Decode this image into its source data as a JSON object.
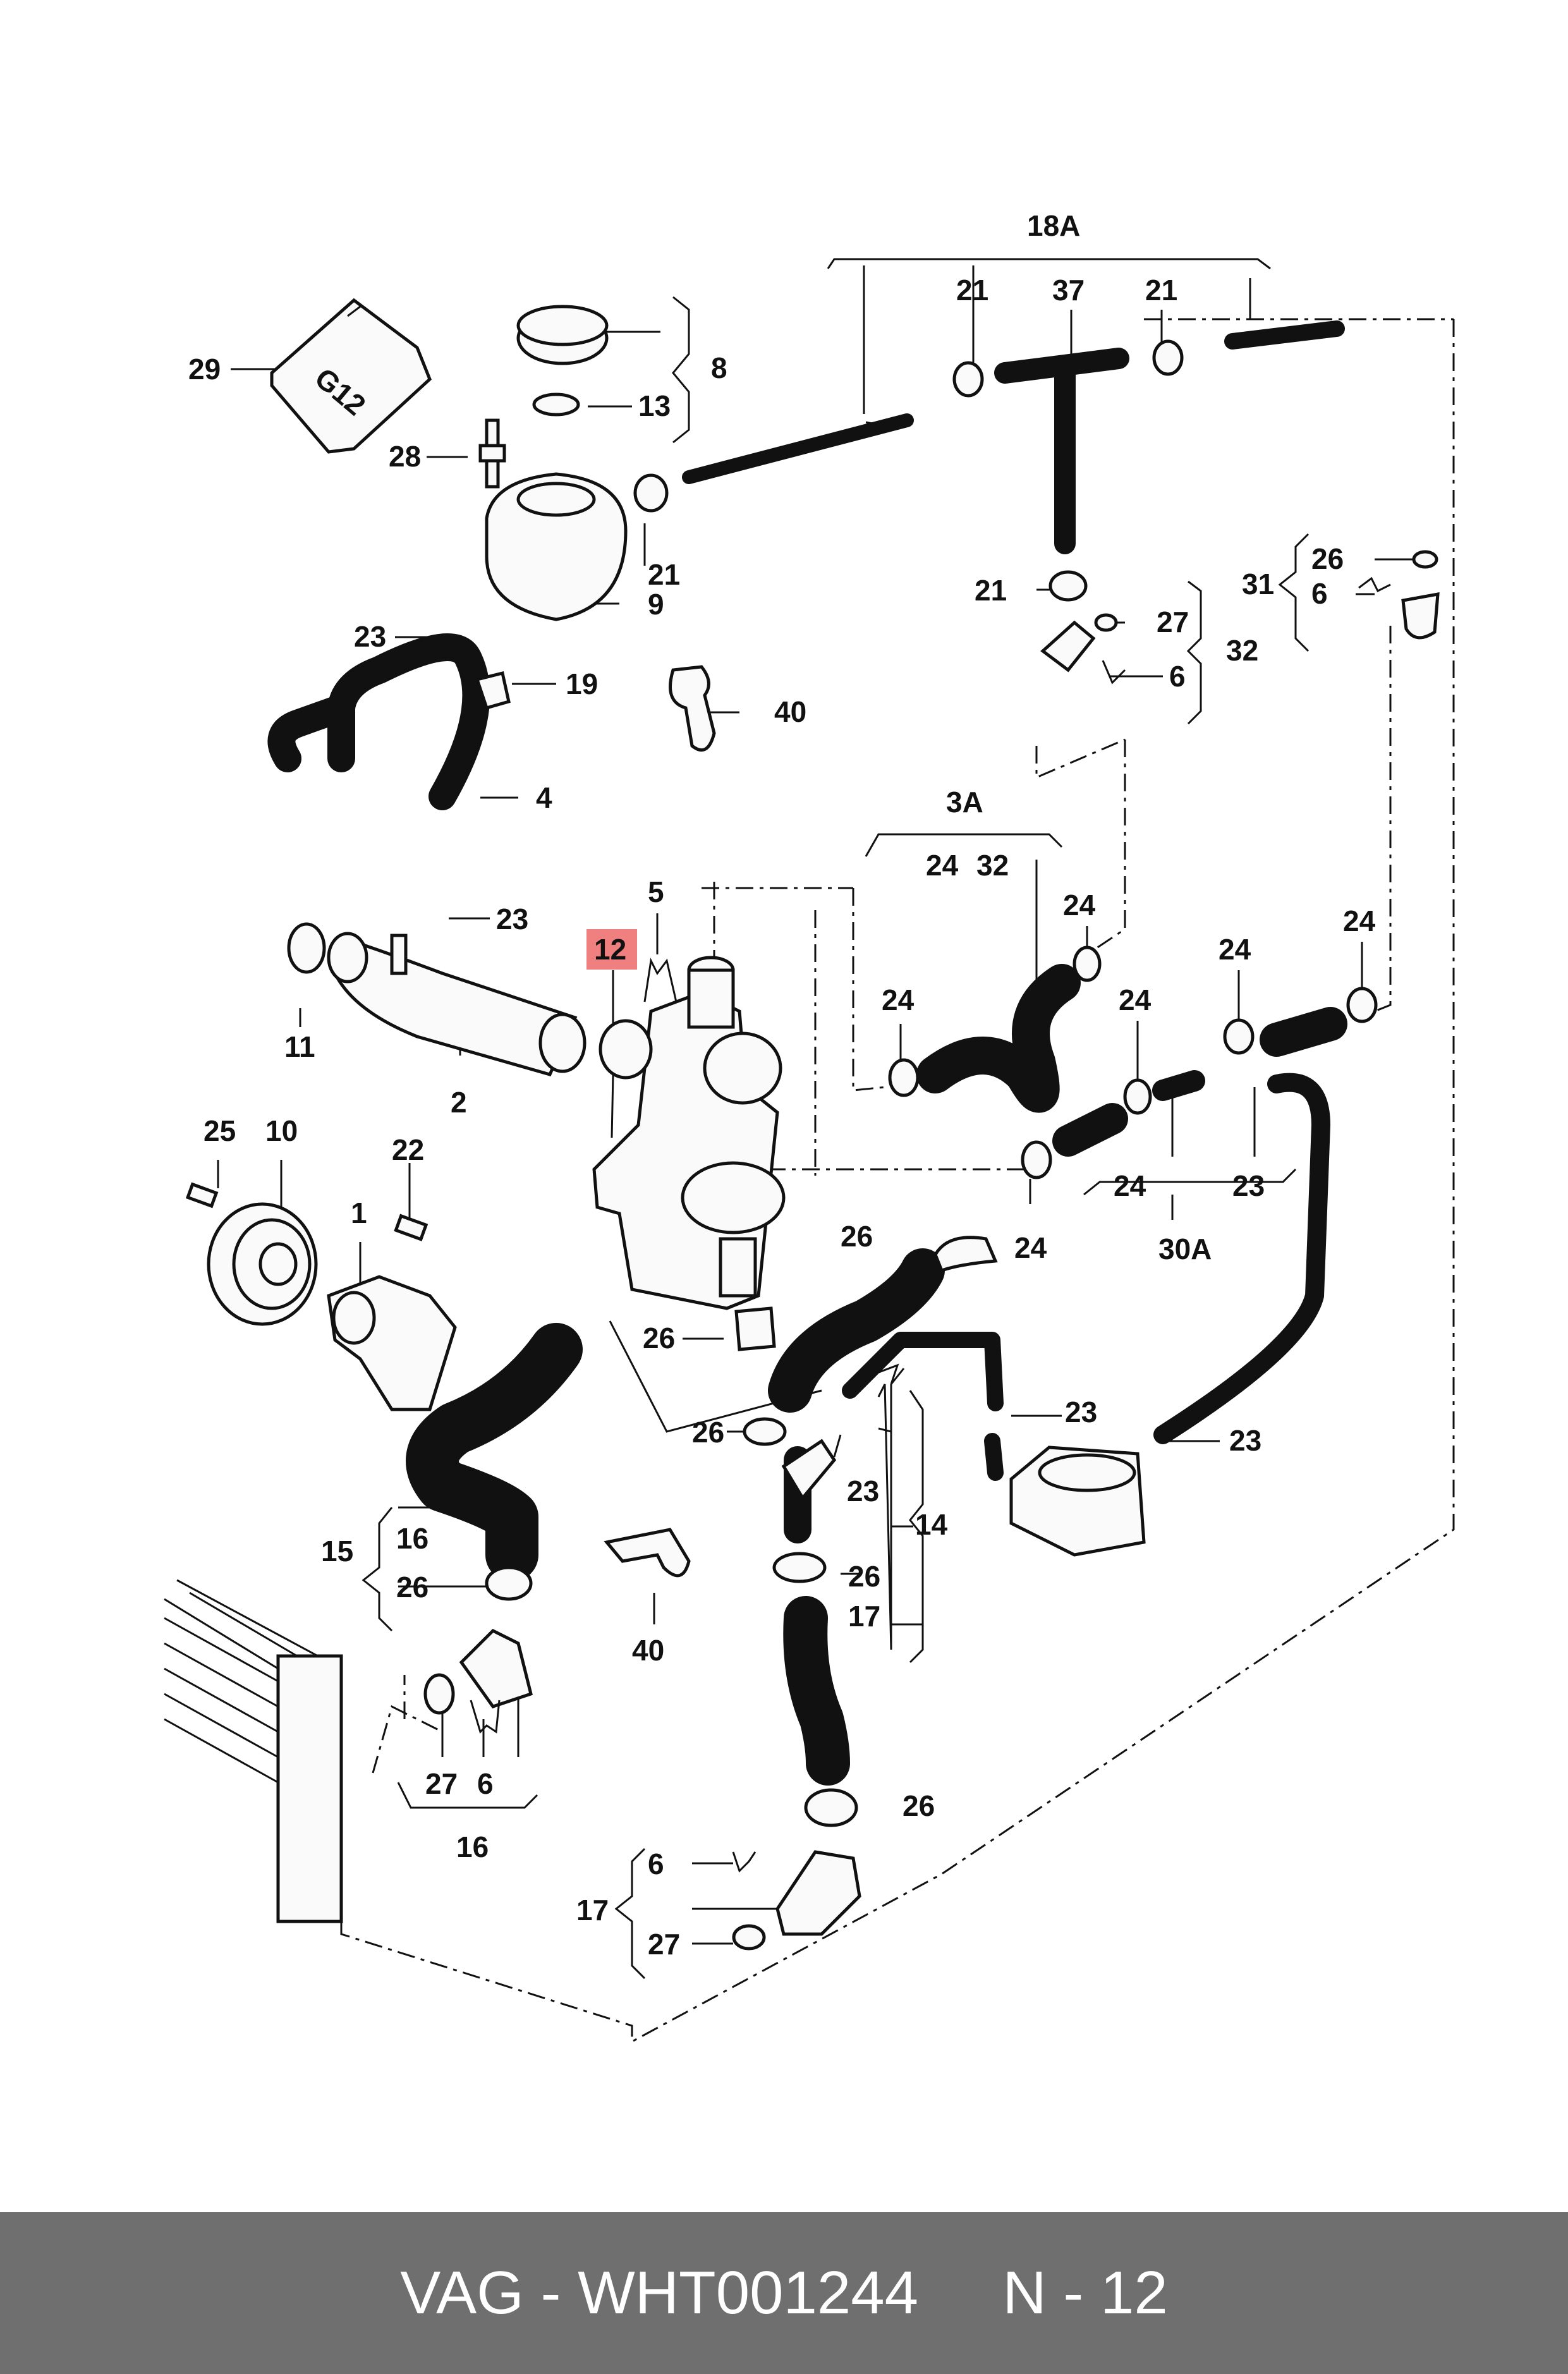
{
  "callouts": [
    {
      "id": "c-18A",
      "text": "18A"
    },
    {
      "id": "c-21a",
      "text": "21"
    },
    {
      "id": "c-37",
      "text": "37"
    },
    {
      "id": "c-21b",
      "text": "21"
    },
    {
      "id": "c-29",
      "text": "29"
    },
    {
      "id": "c-8",
      "text": "8"
    },
    {
      "id": "c-13",
      "text": "13"
    },
    {
      "id": "c-28",
      "text": "28"
    },
    {
      "id": "c-21c",
      "text": "21"
    },
    {
      "id": "c-9",
      "text": "9"
    },
    {
      "id": "c-23a",
      "text": "23"
    },
    {
      "id": "c-19",
      "text": "19"
    },
    {
      "id": "c-40a",
      "text": "40"
    },
    {
      "id": "c-21d",
      "text": "21"
    },
    {
      "id": "c-27a",
      "text": "27"
    },
    {
      "id": "c-6a",
      "text": "6"
    },
    {
      "id": "c-32a",
      "text": "32"
    },
    {
      "id": "c-26a",
      "text": "26"
    },
    {
      "id": "c-6b",
      "text": "6"
    },
    {
      "id": "c-31",
      "text": "31"
    },
    {
      "id": "c-4",
      "text": "4"
    },
    {
      "id": "c-3A",
      "text": "3A"
    },
    {
      "id": "c-24a",
      "text": "24"
    },
    {
      "id": "c-32b",
      "text": "32"
    },
    {
      "id": "c-5",
      "text": "5"
    },
    {
      "id": "c-23b",
      "text": "23"
    },
    {
      "id": "c-24b",
      "text": "24"
    },
    {
      "id": "c-24c",
      "text": "24"
    },
    {
      "id": "c-24d",
      "text": "24"
    },
    {
      "id": "c-24e",
      "text": "24"
    },
    {
      "id": "c-24f",
      "text": "24"
    },
    {
      "id": "c-11",
      "text": "11"
    },
    {
      "id": "c-2",
      "text": "2"
    },
    {
      "id": "c-25",
      "text": "25"
    },
    {
      "id": "c-10",
      "text": "10"
    },
    {
      "id": "c-22",
      "text": "22"
    },
    {
      "id": "c-1",
      "text": "1"
    },
    {
      "id": "c-24g",
      "text": "24"
    },
    {
      "id": "c-23c",
      "text": "23"
    },
    {
      "id": "c-26b",
      "text": "26"
    },
    {
      "id": "c-24h",
      "text": "24"
    },
    {
      "id": "c-30A",
      "text": "30A"
    },
    {
      "id": "c-26c",
      "text": "26"
    },
    {
      "id": "c-23d",
      "text": "23"
    },
    {
      "id": "c-26d",
      "text": "26"
    },
    {
      "id": "c-23e",
      "text": "23"
    },
    {
      "id": "c-23f",
      "text": "23"
    },
    {
      "id": "c-14",
      "text": "14"
    },
    {
      "id": "c-15",
      "text": "15"
    },
    {
      "id": "c-16a",
      "text": "16"
    },
    {
      "id": "c-26e",
      "text": "26"
    },
    {
      "id": "c-26f",
      "text": "26"
    },
    {
      "id": "c-40b",
      "text": "40"
    },
    {
      "id": "c-17a",
      "text": "17"
    },
    {
      "id": "c-27b",
      "text": "27"
    },
    {
      "id": "c-6c",
      "text": "6"
    },
    {
      "id": "c-16b",
      "text": "16"
    },
    {
      "id": "c-26g",
      "text": "26"
    },
    {
      "id": "c-6d",
      "text": "6"
    },
    {
      "id": "c-17b",
      "text": "17"
    },
    {
      "id": "c-27c",
      "text": "27"
    }
  ],
  "highlight": {
    "text": "12",
    "color": "#f08080"
  },
  "reservoir_marking": "G12",
  "footer": {
    "brand": "VAG",
    "separator": "-",
    "part_number": "WHT001244",
    "page_prefix": "N",
    "page": "12"
  }
}
